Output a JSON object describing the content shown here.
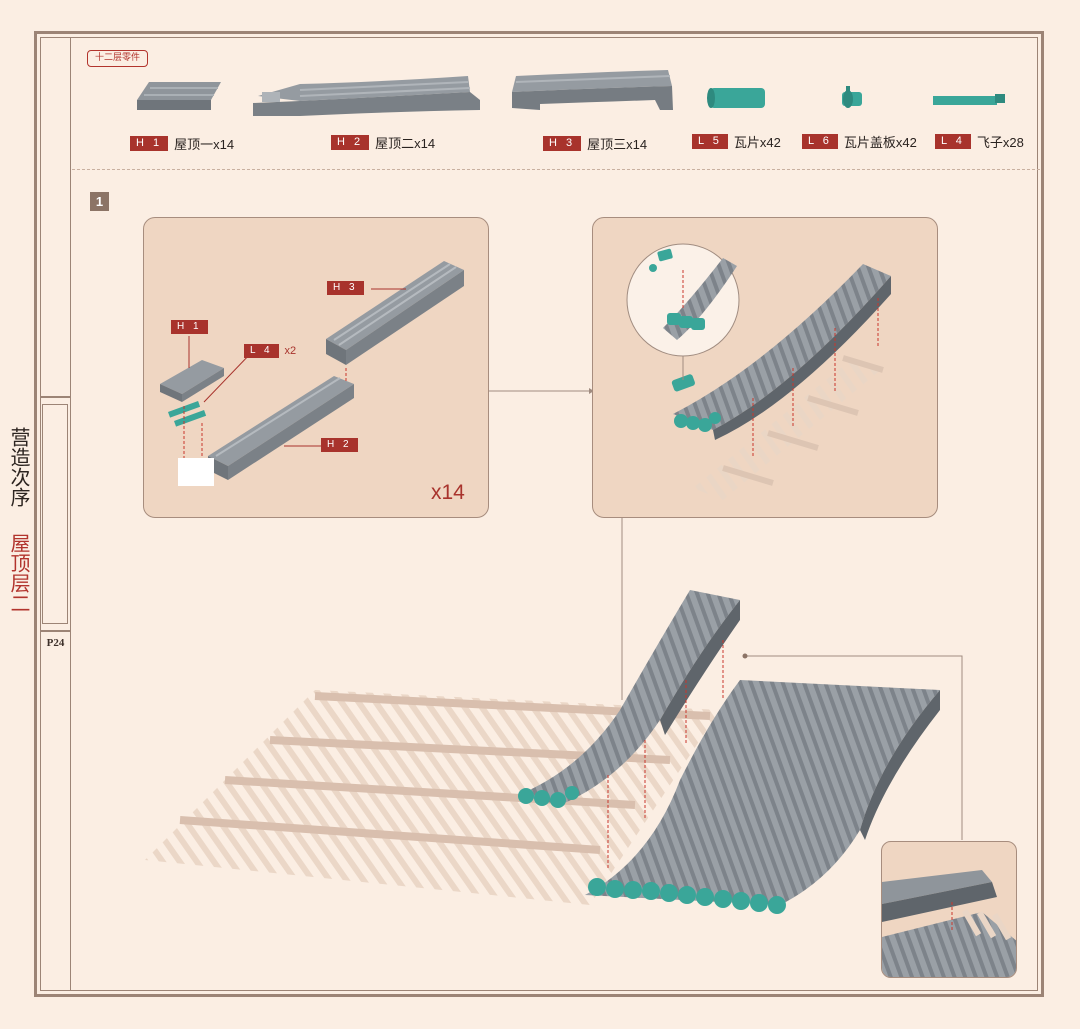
{
  "sidebar": {
    "section_title": "营造次序",
    "subsection_title": "屋顶层二",
    "page_number": "P24"
  },
  "layer_badge": "十二层零件",
  "parts": [
    {
      "code": "H 1",
      "name": "屋顶一x14"
    },
    {
      "code": "H 2",
      "name": "屋顶二x14"
    },
    {
      "code": "H 3",
      "name": "屋顶三x14"
    },
    {
      "code": "L 5",
      "name": "瓦片x42"
    },
    {
      "code": "L 6",
      "name": "瓦片盖板x42"
    },
    {
      "code": "L 4",
      "name": "飞子x28"
    }
  ],
  "step": {
    "number": "1",
    "panel1": {
      "labels": [
        {
          "code": "H 3"
        },
        {
          "code": "H 1"
        },
        {
          "code": "L 4",
          "qty": "x2"
        },
        {
          "code": "H 2"
        }
      ],
      "count": "x14"
    }
  },
  "colors": {
    "background": "#fbeee3",
    "frame": "#9c8476",
    "panel": "#efd6c2",
    "accent_red": "#a8332c",
    "tile_grey": "#8f959b",
    "tile_teal": "#3aa699",
    "rafter": "#e8d2c2"
  }
}
